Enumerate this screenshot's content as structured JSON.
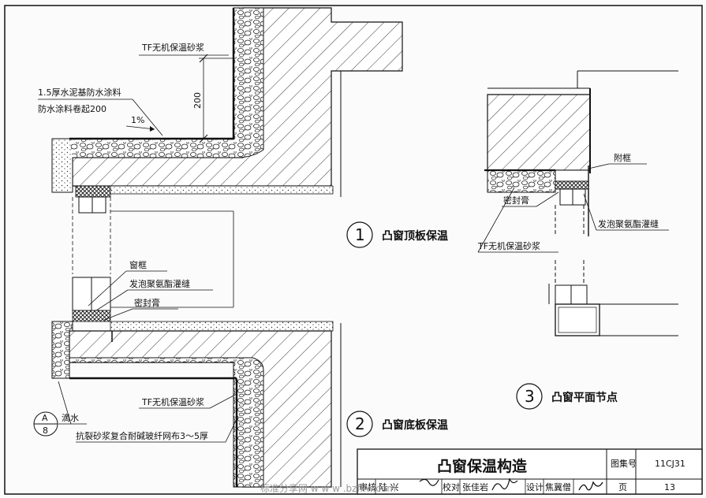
{
  "labels": {
    "tf_mortar_top": "TF无机保温砂浆",
    "coating_line1": "1.5厚水泥基防水涂料",
    "coating_line2": "防水涂料卷起200",
    "slope": "1%",
    "dim_200": "200",
    "window_frame": "窗框",
    "pu_foam": "发泡聚氨酯灌缝",
    "sealant": "密封膏",
    "tf_mortar_bottom": "TF无机保温砂浆",
    "drip": "滴水",
    "mesh_note": "抗裂砂浆复合耐碱玻纤网布3～5厚",
    "attach_frame": "附框",
    "sealant_r": "密封膏",
    "pu_foam_r": "发泡聚氨酯灌缝",
    "tf_mortar_r": "TF无机保温砂浆"
  },
  "ref": {
    "top": "A",
    "bottom": "8"
  },
  "details": [
    {
      "num": "1",
      "title": "凸窗顶板保温"
    },
    {
      "num": "2",
      "title": "凸窗底板保温"
    },
    {
      "num": "3",
      "title": "凸窗平面节点"
    }
  ],
  "titleblock": {
    "title": "凸窗保温构造",
    "atlas_label": "图集号",
    "atlas_no": "11CJ31",
    "review_label": "审核",
    "reviewer": "陆  兴",
    "check_label": "校对",
    "checker": "张佳岩",
    "design_label": "设计",
    "designer": "焦冀僧",
    "page_label": "页",
    "page_no": "13"
  },
  "watermark": "标准分享网 w w w .bzfxw.com"
}
